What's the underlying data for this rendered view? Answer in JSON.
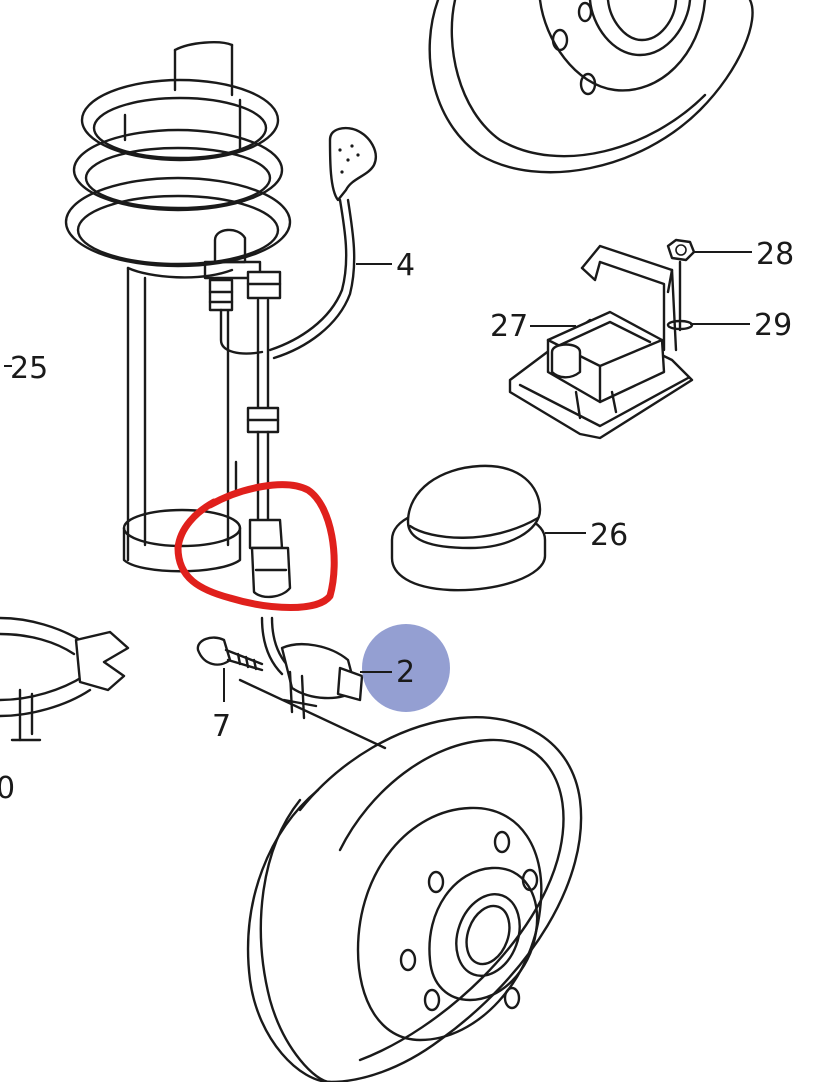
{
  "callouts": {
    "c25": "25",
    "c4": "4",
    "c28": "28",
    "c27": "27",
    "c29": "29",
    "c26": "26",
    "c2": "2",
    "c7": "7",
    "c10": "0"
  },
  "colors": {
    "ink": "#1a1a1a",
    "highlight_circle": "#e0201c",
    "marker_dot": "#8e9ad0"
  },
  "highlight": {
    "part": "sensor-connector",
    "shape": "hand-drawn-loop"
  },
  "marker": {
    "target_callout": "2"
  }
}
